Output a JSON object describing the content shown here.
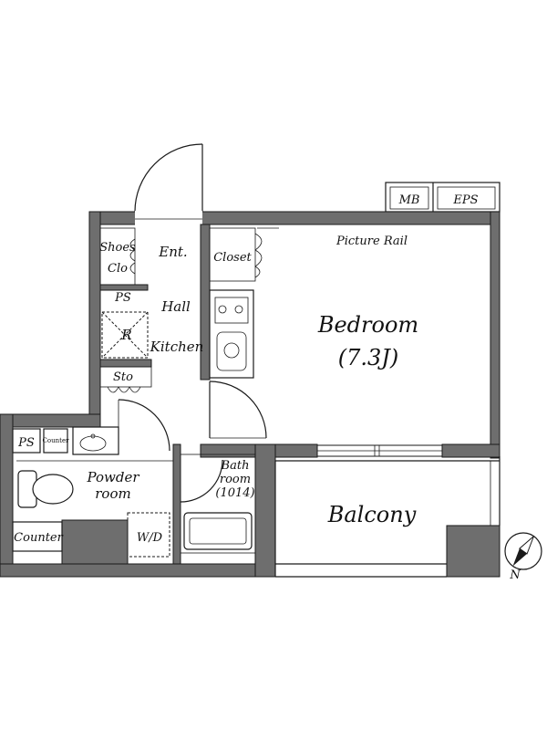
{
  "rooms": {
    "mb": "MB",
    "eps": "EPS",
    "picture_rail": "Picture Rail",
    "shoes_line1": "Shoes",
    "shoes_line2": "Clo",
    "entrance": "Ent.",
    "closet": "Closet",
    "ps_top": "PS",
    "hall": "Hall",
    "refrigerator": "R",
    "kitchen": "Kitchen",
    "bedroom": "Bedroom",
    "bedroom_size": "(7.3J)",
    "storage": "Sto",
    "ps_left": "PS",
    "counter_small": "Counter",
    "powder_line1": "Powder",
    "powder_line2": "room",
    "bath_line1": "Bath",
    "bath_line2": "room",
    "bath_size": "(1014)",
    "balcony": "Balcony",
    "counter": "Counter",
    "washer": "W/D"
  },
  "compass": {
    "north_label": "N"
  },
  "colors": {
    "wall": "#6e6e6e",
    "line": "#1a1a1a",
    "background": "#ffffff"
  }
}
